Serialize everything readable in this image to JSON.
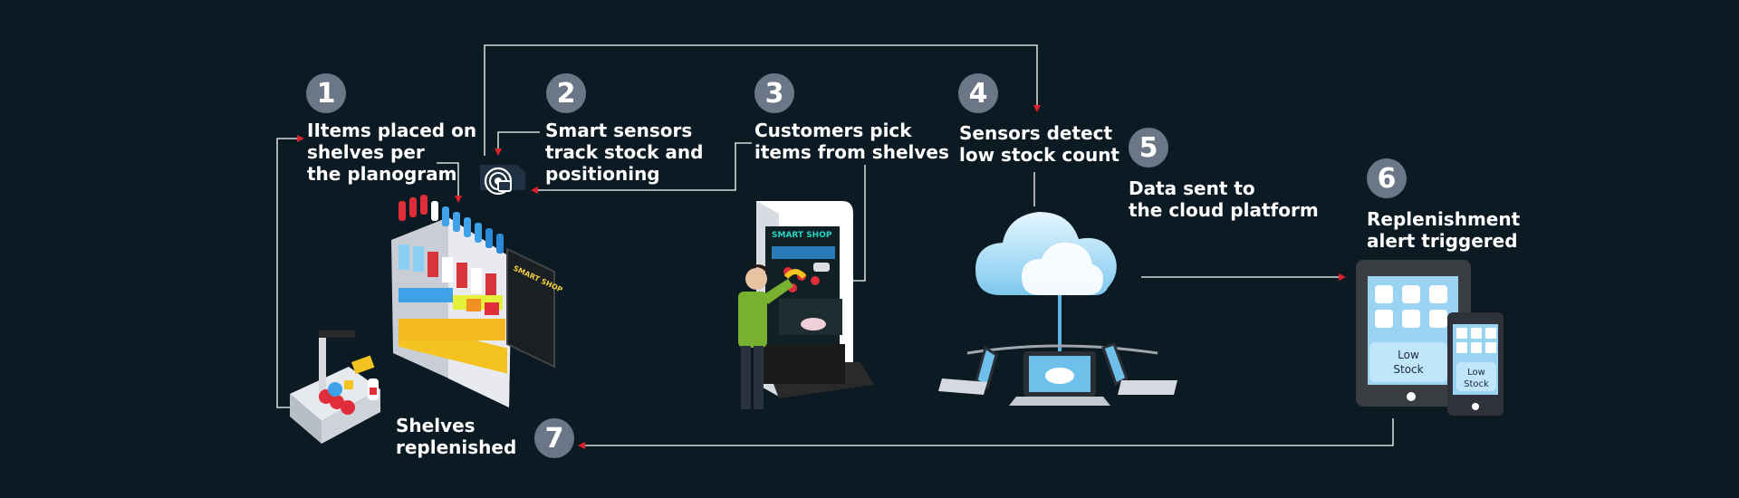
{
  "steps": [
    {
      "num": "1",
      "lines": [
        "IItems placed on",
        "shelves per",
        "the planogram"
      ]
    },
    {
      "num": "2",
      "lines": [
        "Smart sensors",
        "track stock and",
        "positioning"
      ]
    },
    {
      "num": "3",
      "lines": [
        "Customers pick",
        "items from shelves"
      ]
    },
    {
      "num": "4",
      "lines": [
        "Sensors detect",
        "low stock count"
      ]
    },
    {
      "num": "5",
      "lines": [
        "Data sent to",
        "the cloud platform"
      ]
    },
    {
      "num": "6",
      "lines": [
        "Replenishment",
        "alert triggered"
      ]
    },
    {
      "num": "7",
      "lines": [
        "Shelves",
        "replenished"
      ]
    }
  ],
  "kiosk_sign": "SMART SHOP",
  "shelf_sign": "SMART SHOP",
  "alert_text": {
    "tablet": [
      "Low",
      "Stock"
    ],
    "phone": [
      "Low",
      "Stock"
    ]
  },
  "colors": {
    "background": "#0c1a24",
    "badge": "#6b7686",
    "arrow_head": "#e0202a",
    "line": "#ffffff"
  }
}
